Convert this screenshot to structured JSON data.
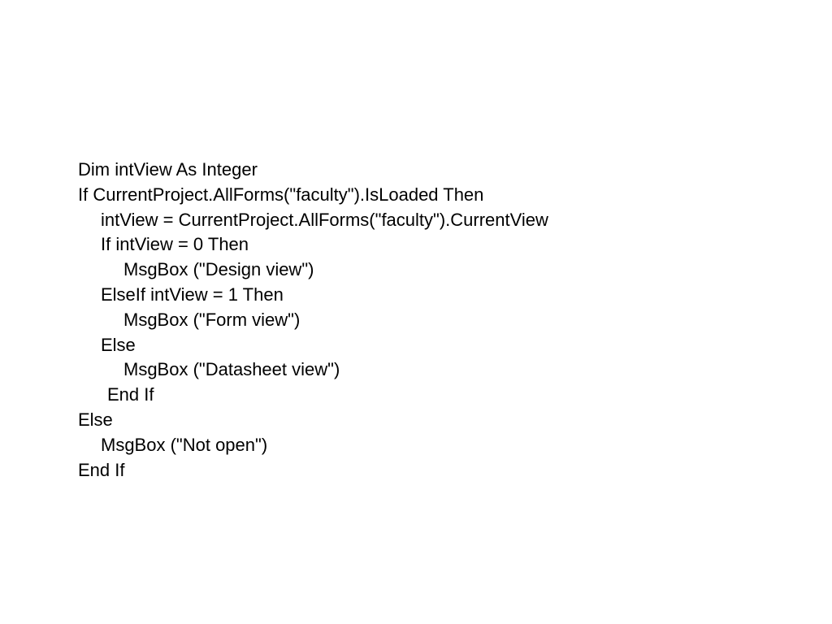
{
  "code": {
    "lines": [
      "Dim intView As Integer",
      "If CurrentProject.AllForms(\"faculty\").IsLoaded Then",
      "intView = CurrentProject.AllForms(\"faculty\").CurrentView",
      "If intView = 0 Then",
      "MsgBox (\"Design view\")",
      "ElseIf intView = 1 Then",
      "MsgBox (\"Form view\")",
      "Else",
      "MsgBox (\"Datasheet view\")",
      "End If",
      "Else",
      "MsgBox (\"Not open\")",
      "End If"
    ]
  }
}
